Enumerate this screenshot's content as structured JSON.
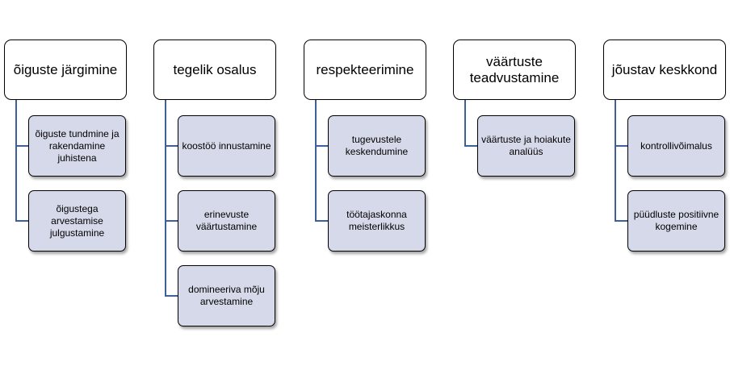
{
  "diagram": {
    "columns": [
      {
        "title": "õiguste järgimine",
        "items": [
          "õiguste tundmine ja rakendamine juhistena",
          "õigustega arvestamise julgustamine"
        ]
      },
      {
        "title": "tegelik osalus",
        "items": [
          "koostöö innustamine",
          "erinevuste väärtustamine",
          "domineeriva mõju arvestamine"
        ]
      },
      {
        "title": "respekteerimine",
        "items": [
          "tugevustele keskendumine",
          "töötajaskonna meisterlikkus"
        ]
      },
      {
        "title": "väärtuste teadvustamine",
        "items": [
          "väärtuste ja hoiakute analüüs"
        ]
      },
      {
        "title": "jõustav keskkond",
        "items": [
          "kontrollivõimalus",
          "püüdluste positiivne kogemine"
        ]
      }
    ],
    "colors": {
      "head_fill": "#ffffff",
      "child_fill": "#d6d9e9",
      "border": "#000000",
      "connector": "#3f5f9a"
    }
  }
}
